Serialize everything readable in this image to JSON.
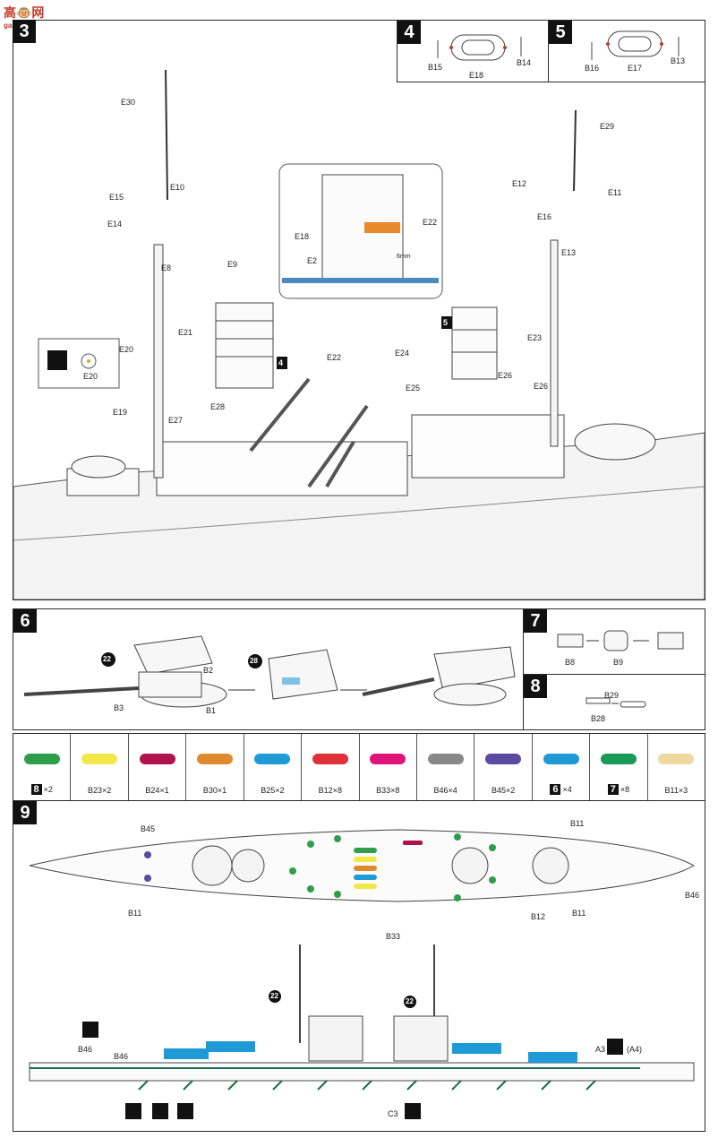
{
  "watermark": {
    "title": "高🐵网",
    "url": "gao-shou.com"
  },
  "step3": {
    "number": "3",
    "labels": [
      "E30",
      "E10",
      "E15",
      "E14",
      "E8",
      "E9",
      "E20",
      "E20",
      "E19",
      "E21",
      "E27",
      "E28",
      "E18",
      "E22",
      "E2",
      "6mm",
      "E22",
      "E29",
      "E12",
      "E11",
      "E16",
      "E13",
      "E24",
      "E23",
      "E25",
      "E26",
      "E26"
    ],
    "badge4": "4",
    "badge5": "5"
  },
  "step4": {
    "number": "4",
    "labels": [
      "B15",
      "E18",
      "B14"
    ]
  },
  "step5": {
    "number": "5",
    "labels": [
      "B16",
      "E17",
      "B13"
    ]
  },
  "step6": {
    "number": "6",
    "ref22": "22",
    "ref28": "28",
    "labels": [
      "B2",
      "B3",
      "B1"
    ]
  },
  "step7": {
    "number": "7",
    "labels": [
      "B8",
      "B9"
    ]
  },
  "step8": {
    "number": "8",
    "labels": [
      "B29",
      "B28"
    ]
  },
  "parts": [
    {
      "badge": "8",
      "qty": "×2",
      "color": "#2e9e4a"
    },
    {
      "badge": "",
      "qty": "B23×2",
      "color": "#f2e84a"
    },
    {
      "badge": "",
      "qty": "B24×1",
      "color": "#b0124a"
    },
    {
      "badge": "",
      "qty": "B30×1",
      "color": "#e08a30"
    },
    {
      "badge": "",
      "qty": "B25×2",
      "color": "#1e9ad6"
    },
    {
      "badge": "",
      "qty": "B12×8",
      "color": "#e0303a"
    },
    {
      "badge": "",
      "qty": "B33×8",
      "color": "#e0137a"
    },
    {
      "badge": "",
      "qty": "B46×4",
      "color": "#888888"
    },
    {
      "badge": "",
      "qty": "B45×2",
      "color": "#5a4aa0"
    },
    {
      "badge": "6",
      "qty": "×4",
      "color": "#1e9ad6"
    },
    {
      "badge": "7",
      "qty": "×8",
      "color": "#1a9a58"
    },
    {
      "badge": "",
      "qty": "B11×3",
      "color": "#f0d9a0"
    }
  ],
  "step9": {
    "number": "9",
    "labels": [
      "B45",
      "B11",
      "B11",
      "B11",
      "B33",
      "B12",
      "B46",
      "B46",
      "B46",
      "A3",
      "(A4)",
      "C3",
      "22",
      "22"
    ]
  }
}
